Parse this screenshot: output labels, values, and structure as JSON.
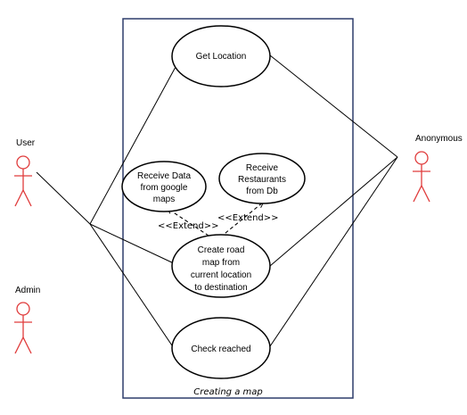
{
  "system": {
    "title": "Creating a map"
  },
  "actors": {
    "user": "User",
    "admin": "Admin",
    "anonymous": "Anonymous"
  },
  "use_cases": {
    "get_location": [
      "Get Location"
    ],
    "receive_data": [
      "Receive Data",
      "from google",
      "maps"
    ],
    "receive_restaurants": [
      "Receive",
      "Restaurants",
      "from Db"
    ],
    "create_road_map": [
      "Create road",
      "map from",
      "current location",
      "to destination"
    ],
    "check_reached": [
      "Check reached"
    ]
  },
  "relations": {
    "extend_left": "<<Extend>>",
    "extend_right": "<<Extend>>"
  },
  "colors": {
    "actor": "#e03c3c",
    "system_border": "#2e3d6b",
    "line": "#000000"
  }
}
